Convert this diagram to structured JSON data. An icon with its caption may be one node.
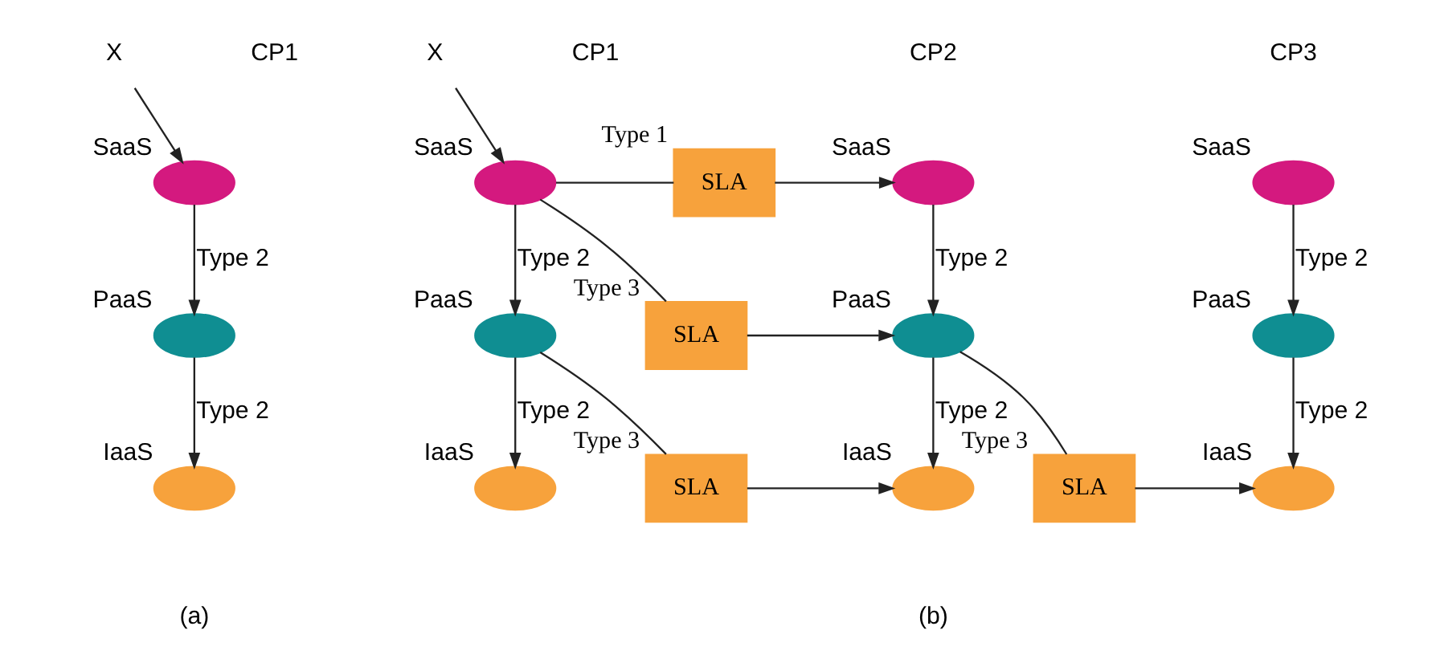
{
  "diagram": {
    "nodes": [
      {
        "text": [
          "X"
        ]
      },
      {
        "text": [],
        "shape": "ellipse",
        "beside": [
          "SaaS"
        ]
      },
      {
        "text": [],
        "shape": "ellipse",
        "beside": [
          "PaaS"
        ]
      },
      {
        "text": [],
        "shape": "ellipse",
        "beside": [
          "IaaS"
        ]
      },
      {
        "text": [],
        "shape": "ellipse",
        "beside": [
          "SaaS"
        ]
      },
      {
        "text": [],
        "shape": "ellipse",
        "beside": [
          "PaaS"
        ]
      },
      {
        "text": [],
        "shape": "ellipse",
        "beside": [
          "IaaS"
        ]
      },
      {
        "text": [],
        "shape": "ellipse",
        "beside": [
          "SaaS"
        ]
      },
      {
        "text": [],
        "shape": "ellipse",
        "beside": [
          "PaaS"
        ]
      },
      {
        "text": [],
        "shape": "ellipse",
        "beside": [
          "IaaS"
        ]
      },
      {
        "text": [
          "X"
        ]
      },
      {
        "text": [],
        "shape": "ellipse",
        "beside": [
          "SaaS"
        ]
      },
      {
        "text": [],
        "shape": "ellipse",
        "beside": [
          "PaaS"
        ]
      },
      {
        "text": [],
        "shape": "ellipse",
        "beside": [
          "IaaS"
        ]
      },
      {
        "text": [
          "SLA"
        ],
        "beside": [
          "Type 1"
        ]
      },
      {
        "text": [
          "SLA"
        ],
        "beside": [
          "Type 3"
        ]
      },
      {
        "text": [
          "SLA"
        ],
        "beside": [
          "Type 3"
        ]
      },
      {
        "text": [
          "SLA"
        ],
        "beside": [
          "Type 3"
        ]
      }
    ],
    "edges": [
      {
        "from": 0,
        "to": 1,
        "arrow": "to"
      },
      {
        "from": 1,
        "to": 2,
        "arrow": "to",
        "label": "Type 2"
      },
      {
        "from": 2,
        "to": 3,
        "arrow": "to",
        "label": "Type 2"
      },
      {
        "from": 4,
        "to": 5,
        "arrow": "to",
        "label": "Type 2"
      },
      {
        "from": 5,
        "to": 6,
        "arrow": "to",
        "label": "Type 2"
      },
      {
        "from": 7,
        "to": 8,
        "arrow": "to",
        "label": "Type 2"
      },
      {
        "from": 8,
        "to": 9,
        "arrow": "to",
        "label": "Type 2"
      },
      {
        "from": 10,
        "to": 11,
        "arrow": "to"
      },
      {
        "from": 11,
        "to": 12,
        "arrow": "to",
        "label": "Type 2"
      },
      {
        "from": 12,
        "to": 13,
        "arrow": "to",
        "label": "Type 2"
      },
      {
        "from": 11,
        "to": 14,
        "arrow": "none"
      },
      {
        "from": 14,
        "to": 7,
        "arrow": "to"
      },
      {
        "from": 11,
        "to": 15,
        "arrow": "none"
      },
      {
        "from": 15,
        "to": 8,
        "arrow": "to"
      },
      {
        "from": 8,
        "to": 16,
        "arrow": "none"
      },
      {
        "from": 16,
        "to": 6,
        "arrow": "to"
      },
      {
        "from": 12,
        "to": 17,
        "arrow": "none"
      },
      {
        "from": 17,
        "to": 9,
        "arrow": "to"
      }
    ],
    "labels": [
      "CP1",
      "CP3",
      "CP2",
      "CP1",
      "(a)",
      "(b)"
    ]
  }
}
